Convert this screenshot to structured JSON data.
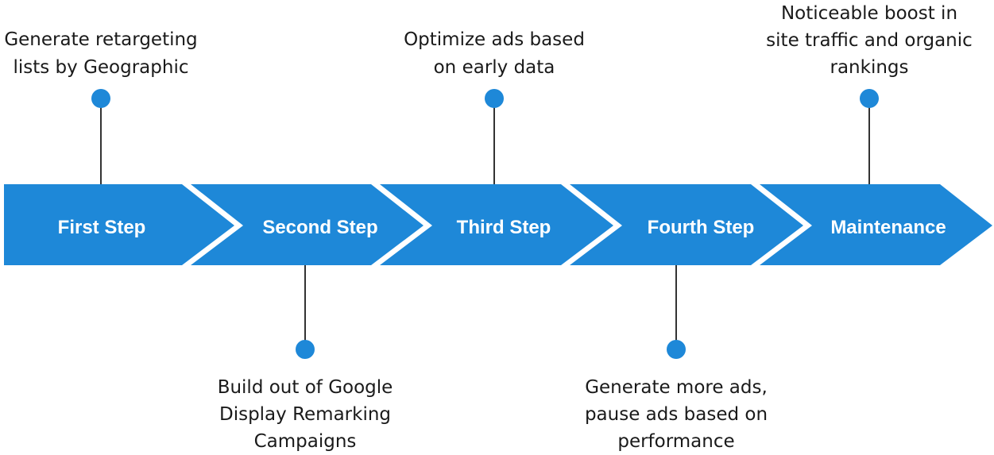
{
  "colors": {
    "accent": "#1E88D8",
    "text": "#1a1a1a",
    "connector": "#333333",
    "background": "#ffffff"
  },
  "steps": [
    {
      "label": "First Step"
    },
    {
      "label": "Second Step"
    },
    {
      "label": "Third Step"
    },
    {
      "label": "Fourth Step"
    },
    {
      "label": "Maintenance"
    }
  ],
  "notes": [
    {
      "step": 0,
      "side": "above",
      "lines": [
        "Generate retargeting",
        "lists by Geographic"
      ]
    },
    {
      "step": 1,
      "side": "below",
      "lines": [
        "Build out of Google",
        "Display Remarking",
        "Campaigns"
      ]
    },
    {
      "step": 2,
      "side": "above",
      "lines": [
        "Optimize ads based",
        "on early data"
      ]
    },
    {
      "step": 3,
      "side": "below",
      "lines": [
        "Generate more ads,",
        "pause ads based on",
        "performance"
      ]
    },
    {
      "step": 4,
      "side": "above",
      "lines": [
        "Noticeable boost in",
        "site traffic and organic",
        "rankings"
      ]
    }
  ]
}
